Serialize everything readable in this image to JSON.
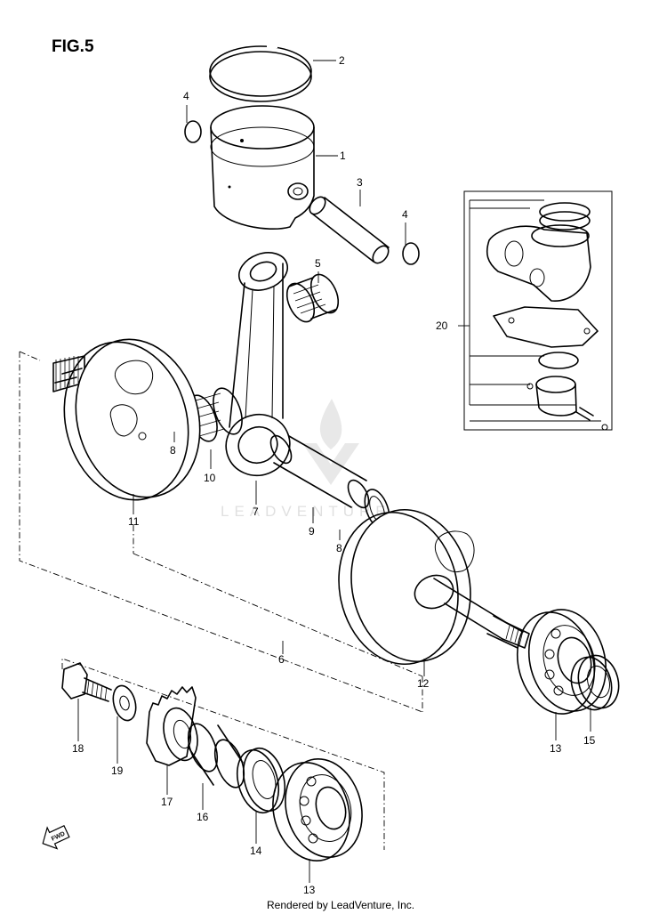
{
  "figure_title": "FIG.5",
  "credit": "Rendered by LeadVenture, Inc.",
  "watermark": "LEADVENTURE",
  "direction_mark": "FWD",
  "callouts": {
    "c1": "1",
    "c2": "2",
    "c3": "3",
    "c4a": "4",
    "c4b": "4",
    "c5": "5",
    "c6": "6",
    "c7": "7",
    "c8a": "8",
    "c8b": "8",
    "c9": "9",
    "c10": "10",
    "c11": "11",
    "c12": "12",
    "c13a": "13",
    "c13b": "13",
    "c14": "14",
    "c15": "15",
    "c16": "16",
    "c17": "17",
    "c18": "18",
    "c19": "19",
    "c20": "20"
  }
}
